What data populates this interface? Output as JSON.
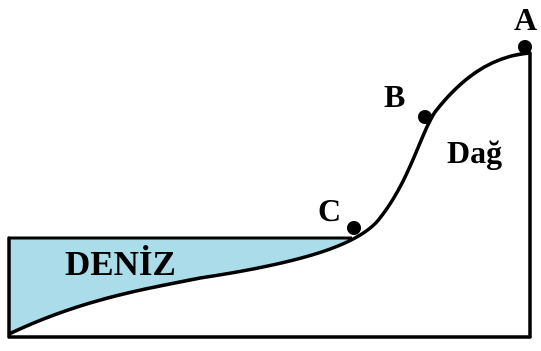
{
  "labels": {
    "sea": "DENİZ",
    "mountain": "Dağ",
    "point_a": "A",
    "point_b": "B",
    "point_c": "C"
  },
  "colors": {
    "sea": "#aadcea",
    "outline": "#000000",
    "point": "#000000"
  }
}
